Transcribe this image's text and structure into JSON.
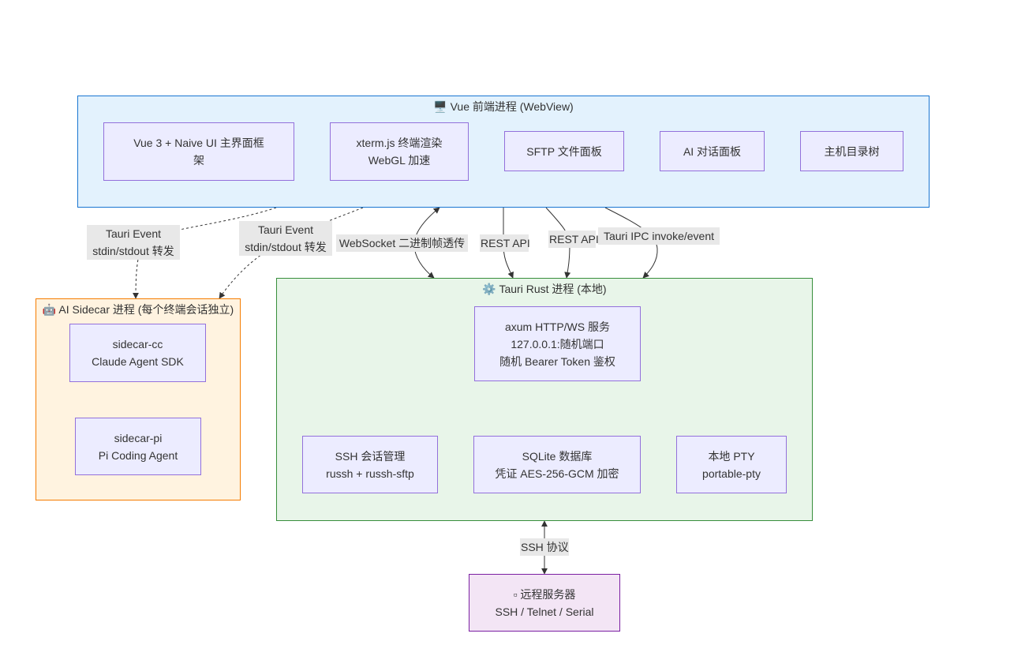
{
  "groups": {
    "frontend": {
      "icon": "🖥️",
      "title": "Vue 前端进程 (WebView)"
    },
    "sidecar": {
      "icon": "🤖",
      "title": "AI Sidecar 进程 (每个终端会话独立)"
    },
    "rust": {
      "icon": "⚙️",
      "title": "Tauri Rust 进程 (本地)"
    }
  },
  "nodes": {
    "vue_ui": {
      "lines": [
        "Vue 3 + Naive UI 主界面框",
        "架"
      ]
    },
    "xterm": {
      "lines": [
        "xterm.js 终端渲染",
        "WebGL 加速"
      ]
    },
    "sftp_panel": {
      "lines": [
        "SFTP 文件面板"
      ]
    },
    "ai_panel": {
      "lines": [
        "AI 对话面板"
      ]
    },
    "host_tree": {
      "lines": [
        "主机目录树"
      ]
    },
    "sidecar_cc": {
      "lines": [
        "sidecar-cc",
        "Claude Agent SDK"
      ]
    },
    "sidecar_pi": {
      "lines": [
        "sidecar-pi",
        "Pi Coding Agent"
      ]
    },
    "axum": {
      "lines": [
        "axum HTTP/WS 服务",
        "127.0.0.1:随机端口",
        "随机 Bearer Token 鉴权"
      ]
    },
    "ssh_session": {
      "lines": [
        "SSH 会话管理",
        "russh + russh-sftp"
      ]
    },
    "sqlite": {
      "lines": [
        "SQLite 数据库",
        "凭证 AES-256-GCM 加密"
      ]
    },
    "local_pty": {
      "lines": [
        "本地 PTY",
        "portable-pty"
      ]
    },
    "remote": {
      "icon": "▫",
      "lines": [
        "远程服务器",
        "SSH / Telnet / Serial"
      ]
    }
  },
  "edge_labels": {
    "tauri_event_1": [
      "Tauri Event",
      "stdin/stdout 转发"
    ],
    "tauri_event_2": [
      "Tauri Event",
      "stdin/stdout 转发"
    ],
    "websocket": [
      "WebSocket 二进制帧透传"
    ],
    "rest_api_1": [
      "REST API"
    ],
    "rest_api_2": [
      "REST API"
    ],
    "tauri_ipc": [
      "Tauri IPC invoke/event"
    ],
    "ssh_protocol": [
      "SSH 协议"
    ]
  },
  "colors": {
    "frontend_fill": "#e3f2fd",
    "frontend_stroke": "#1976d2",
    "sidecar_fill": "#fff3e0",
    "sidecar_stroke": "#f57c00",
    "rust_fill": "#e8f5e9",
    "rust_stroke": "#388e3c",
    "node_fill": "#ececff",
    "node_stroke": "#9370db",
    "remote_fill": "#f3e5f5",
    "remote_stroke": "#7b1fa2",
    "edge_stroke": "#333333",
    "label_bg": "#e8e8e8"
  }
}
